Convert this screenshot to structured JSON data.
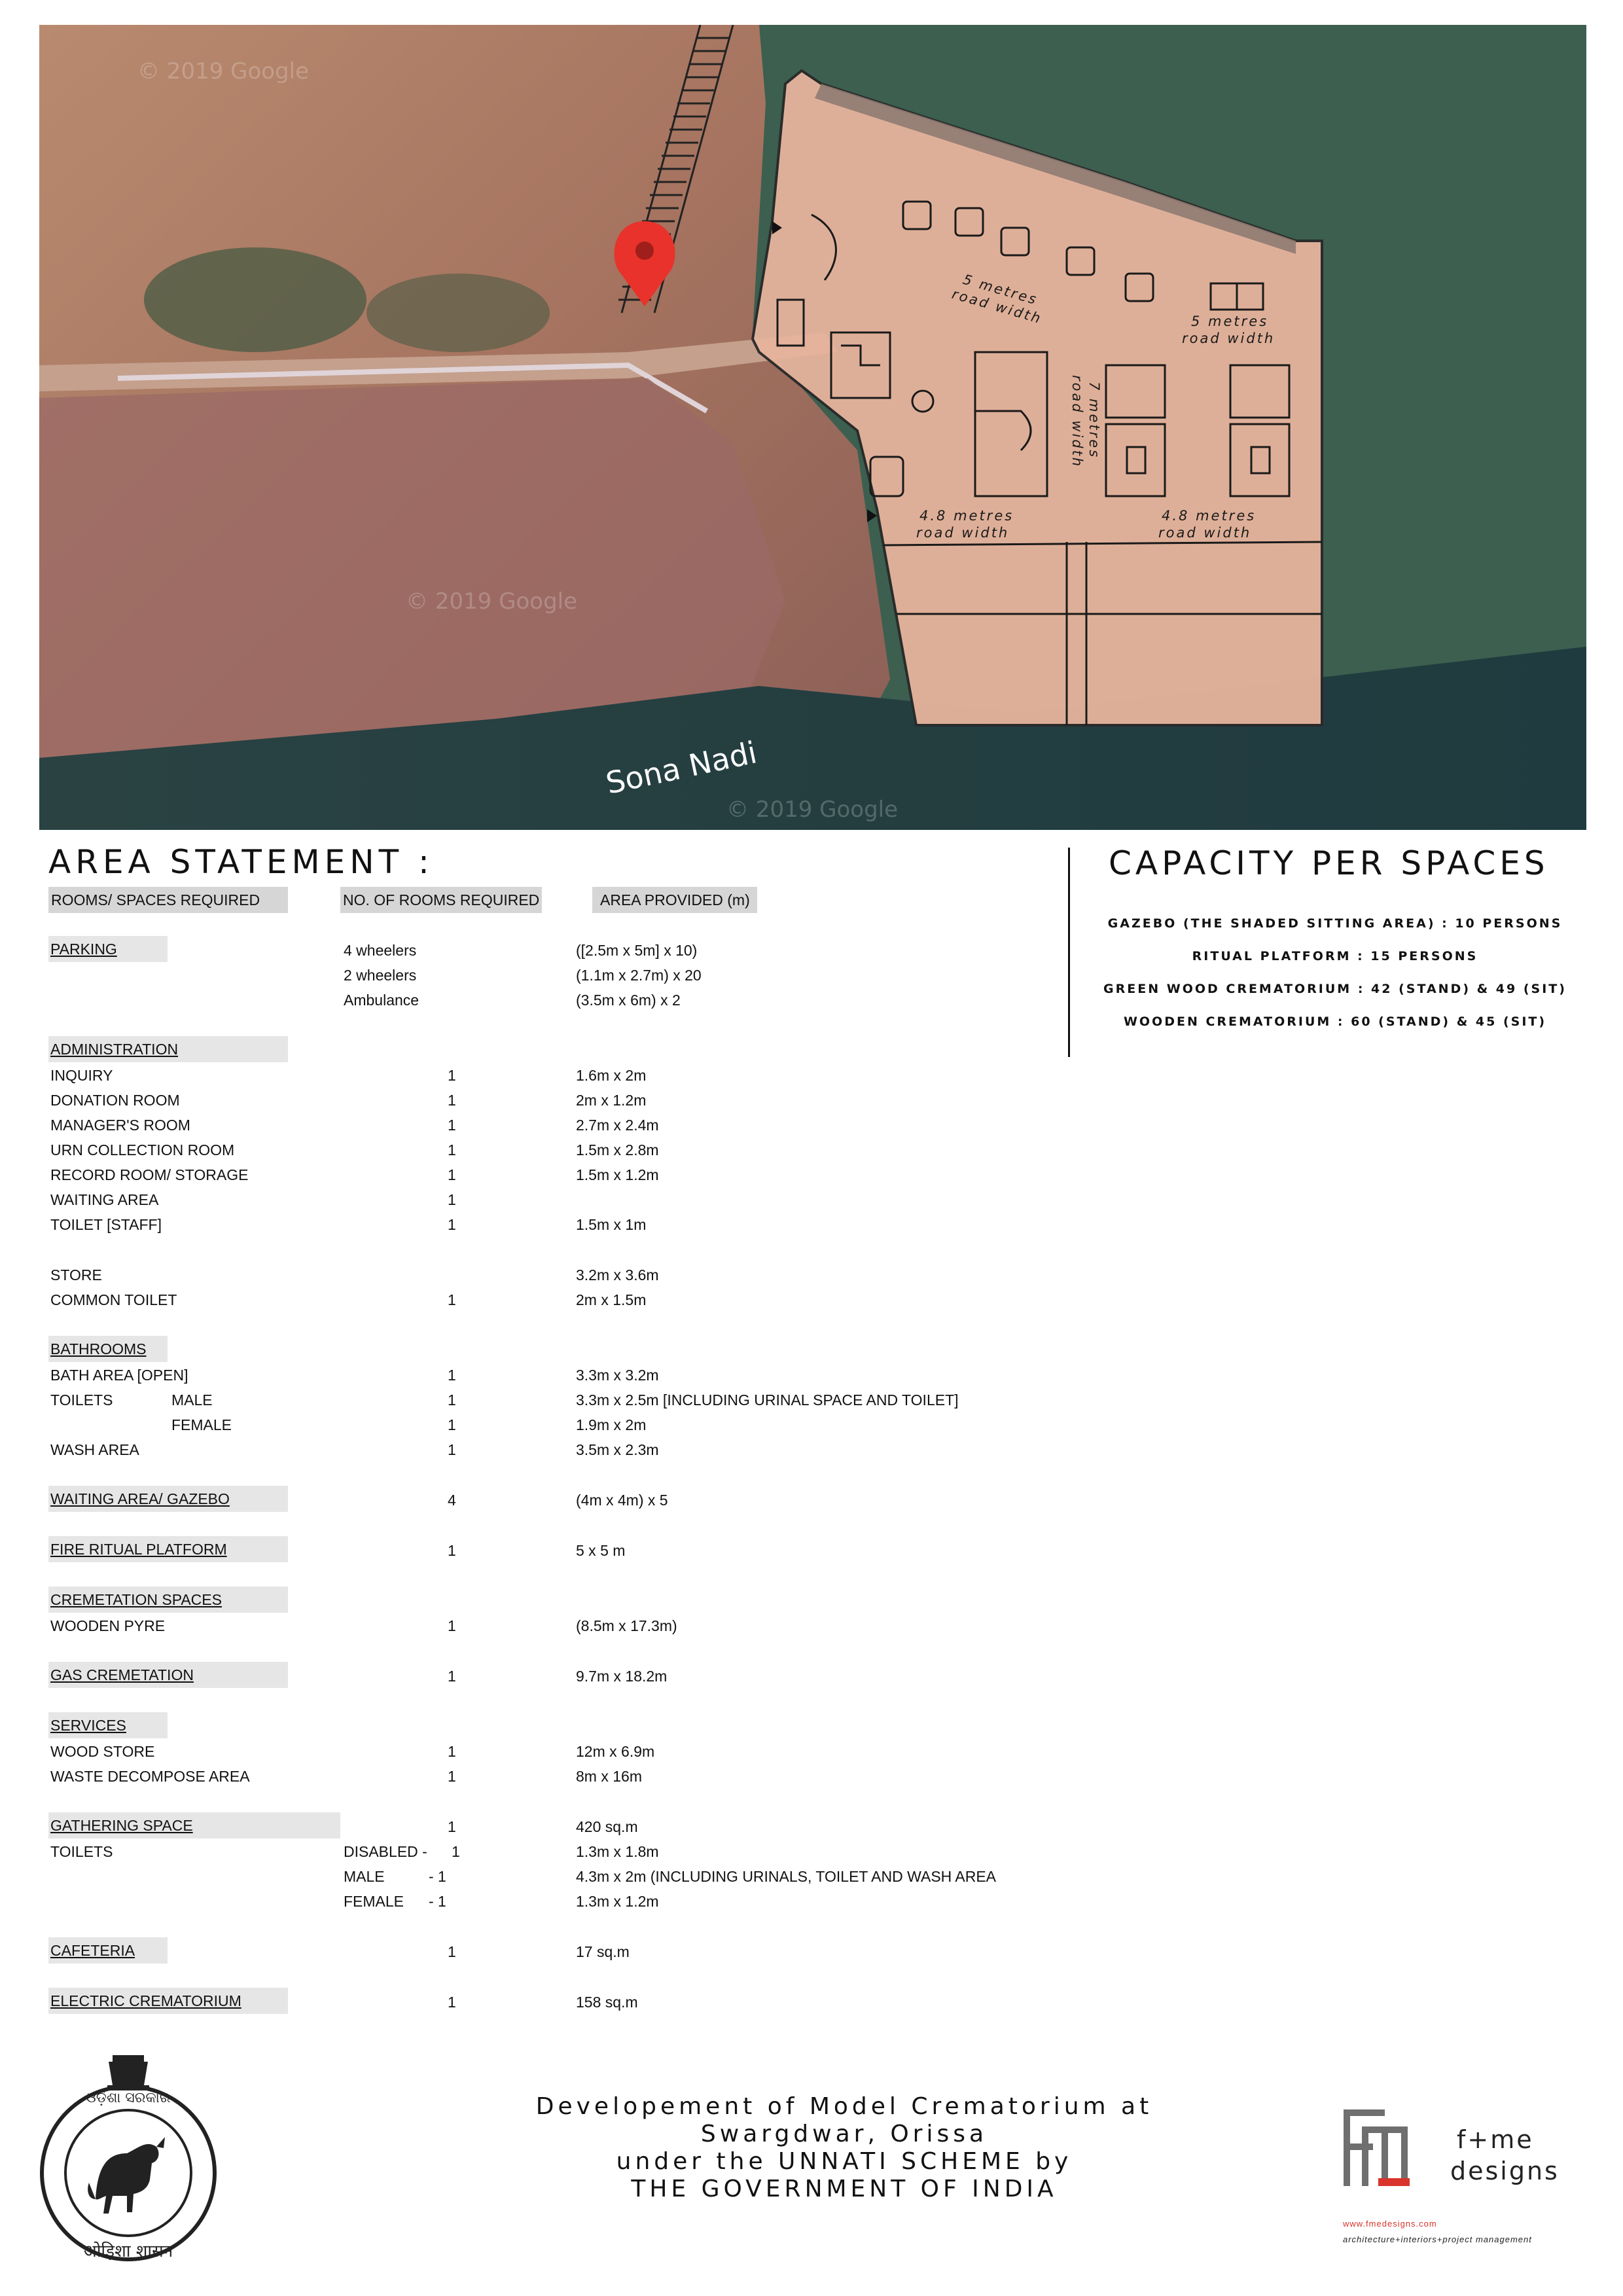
{
  "plan": {
    "road_labels": [
      {
        "line1": "5 metres",
        "line2": "road width"
      },
      {
        "line1": "5 metres",
        "line2": "road width"
      },
      {
        "line1": "7 metres",
        "line2": "road width"
      },
      {
        "line1": "4.8 metres",
        "line2": "road width"
      },
      {
        "line1": "4.8 metres",
        "line2": "road width"
      }
    ],
    "river_label": "Sona Nadi",
    "watermark": "© 2019 Google",
    "colors": {
      "site_fill": "#e7b49c",
      "pin": "#e8322b",
      "water": "#2c4a4a",
      "vegetation": "#3f6b4a"
    }
  },
  "area_statement": {
    "title": "AREA STATEMENT :",
    "headers": [
      "ROOMS/ SPACES REQUIRED",
      "NO. OF ROOMS REQUIRED",
      "AREA PROVIDED (m)"
    ],
    "parking": {
      "title": "PARKING",
      "rows": [
        {
          "count": "4 wheelers",
          "area": "([2.5m x 5m] x 10)"
        },
        {
          "count": "2 wheelers",
          "area": "(1.1m x 2.7m) x 20"
        },
        {
          "count": "Ambulance",
          "area": "(3.5m x 6m) x 2"
        }
      ]
    },
    "administration": {
      "title": "ADMINISTRATION",
      "rows": [
        {
          "name": "INQUIRY",
          "count": "1",
          "area": "1.6m x 2m"
        },
        {
          "name": "DONATION ROOM",
          "count": "1",
          "area": "2m x 1.2m"
        },
        {
          "name": "MANAGER'S ROOM",
          "count": "1",
          "area": "2.7m x 2.4m"
        },
        {
          "name": "URN COLLECTION ROOM",
          "count": "1",
          "area": "1.5m x 2.8m"
        },
        {
          "name": "RECORD ROOM/ STORAGE",
          "count": "1",
          "area": "1.5m x 1.2m"
        },
        {
          "name": "WAITING AREA",
          "count": "1",
          "area": ""
        },
        {
          "name": "TOILET [STAFF]",
          "count": "1",
          "area": "1.5m x 1m"
        }
      ],
      "extra": [
        {
          "name": "STORE",
          "count": "",
          "area": "3.2m x 3.6m"
        },
        {
          "name": "COMMON TOILET",
          "count": "1",
          "area": "2m x 1.5m"
        }
      ]
    },
    "bathrooms": {
      "title": "BATHROOMS",
      "rows": [
        {
          "name": "BATH AREA [OPEN]",
          "sub": "",
          "count": "1",
          "area": "3.3m x 3.2m"
        },
        {
          "name": "TOILETS",
          "sub": "MALE",
          "count": "1",
          "area": "3.3m x 2.5m [INCLUDING URINAL SPACE AND TOILET]"
        },
        {
          "name": "",
          "sub": "FEMALE",
          "count": "1",
          "area": "1.9m x 2m"
        },
        {
          "name": "WASH AREA",
          "sub": "",
          "count": "1",
          "area": "3.5m x 2.3m"
        }
      ]
    },
    "gazebo": {
      "title": "WAITING AREA/ GAZEBO",
      "count": "4",
      "area": "(4m x 4m) x 5"
    },
    "fire_ritual": {
      "title": "FIRE RITUAL PLATFORM",
      "count": "1",
      "area": "5 x 5 m"
    },
    "cremation": {
      "title": "CREMETATION SPACES",
      "rows": [
        {
          "name": "WOODEN PYRE",
          "count": "1",
          "area": "(8.5m x 17.3m)"
        }
      ]
    },
    "gas": {
      "title": "GAS CREMETATION",
      "count": "1",
      "area": "9.7m x 18.2m"
    },
    "services": {
      "title": "SERVICES",
      "rows": [
        {
          "name": "WOOD STORE",
          "count": "1",
          "area": "12m x 6.9m"
        },
        {
          "name": "WASTE DECOMPOSE AREA",
          "count": "1",
          "area": "8m x 16m"
        }
      ]
    },
    "gathering": {
      "title": "GATHERING SPACE",
      "count": "1",
      "area": "420 sq.m",
      "toilets_label": "TOILETS",
      "rows": [
        {
          "cat": "DISABLED -",
          "count": "1",
          "area": "1.3m x 1.8m"
        },
        {
          "cat": "MALE",
          "count": "- 1",
          "area": "4.3m x 2m (INCLUDING URINALS, TOILET AND WASH AREA"
        },
        {
          "cat": "FEMALE",
          "count": "- 1",
          "area": "1.3m x 1.2m"
        }
      ]
    },
    "cafeteria": {
      "title": "CAFETERIA",
      "count": "1",
      "area": "17 sq.m"
    },
    "electric": {
      "title": "ELECTRIC CREMATORIUM",
      "count": "1",
      "area": "158 sq.m"
    }
  },
  "capacity": {
    "title": "CAPACITY PER SPACES",
    "lines": [
      "GAZEBO (THE SHADED SITTING AREA) : 10 PERSONS",
      "RITUAL PLATFORM : 15 PERSONS",
      "GREEN WOOD CREMATORIUM : 42 (STAND) & 49 (SIT)",
      "WOODEN CREMATORIUM : 60 (STAND) & 45 (SIT)"
    ]
  },
  "footer": {
    "lines": [
      "Developement of Model Crematorium at",
      "Swargdwar, Orissa",
      "under the UNNATI SCHEME by",
      "THE GOVERNMENT OF INDIA"
    ],
    "emblem_text_top": "ଓଡ଼ିଶା ସରକାର",
    "emblem_text_bottom": "ओड़िशा शासन",
    "brand": {
      "line1": "f+me",
      "line2": "designs",
      "url": "www.fmedesigns.com",
      "tagline": "architecture+interiors+project management",
      "accent": "#d9342b"
    }
  }
}
